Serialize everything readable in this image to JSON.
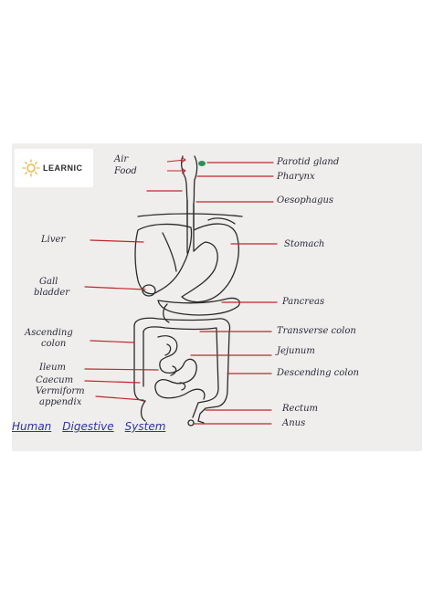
{
  "brand": {
    "name": "LEARNIC",
    "accent_color": "#e8b84a"
  },
  "title": {
    "word1": "Human",
    "word2": "Digestive",
    "word3": "System",
    "color": "#2e31a8"
  },
  "labels": {
    "air": "Air",
    "food": "Food",
    "parotid_gland": "Parotid gland",
    "pharynx": "Pharynx",
    "oesophagus": "Oesophagus",
    "liver": "Liver",
    "stomach": "Stomach",
    "gall_bladder_line1": "Gall",
    "gall_bladder_line2": "bladder",
    "pancreas": "Pancreas",
    "ascending_colon_line1": "Ascending",
    "ascending_colon_line2": "colon",
    "transverse_colon": "Transverse colon",
    "jejunum": "Jejunum",
    "ileum": "Ileum",
    "caecum": "Caecum",
    "descending_colon": "Descending colon",
    "vermiform_appendix_line1": "Vermiform",
    "vermiform_appendix_line2": "appendix",
    "rectum": "Rectum",
    "anus": "Anus"
  },
  "colors": {
    "pointer_line": "#c0272d",
    "outline": "#2a2a2a",
    "parotid_gland_fill": "#2f8f5a"
  }
}
